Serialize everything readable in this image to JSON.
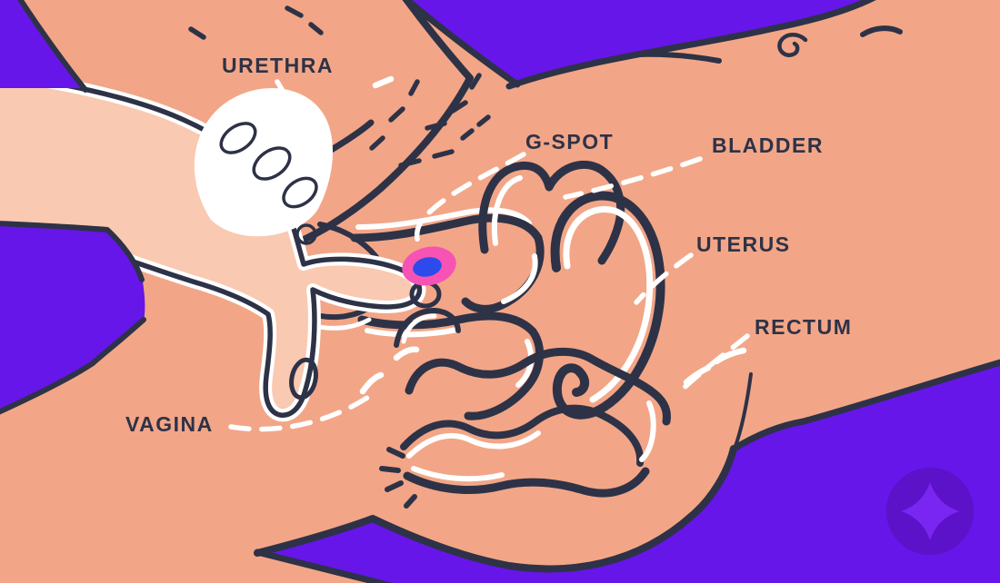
{
  "scene": {
    "colors": {
      "background": "#6616e8",
      "skin": "#f2a687",
      "hand": "#f9c9b1",
      "ink": "#2e3247",
      "white": "#ffffff",
      "marker_pink": "#f653b4",
      "marker_blue": "#2c4bea",
      "badge_circle": "#5b12c8",
      "badge_star": "#7a26f2"
    }
  },
  "labels": {
    "urethra": "URETHRA",
    "g_spot": "G-SPOT",
    "bladder": "BLADDER",
    "uterus": "UTERUS",
    "rectum": "RECTUM",
    "vagina": "VAGINA"
  },
  "watermark": {
    "icon": "sparkle-badge-icon"
  }
}
